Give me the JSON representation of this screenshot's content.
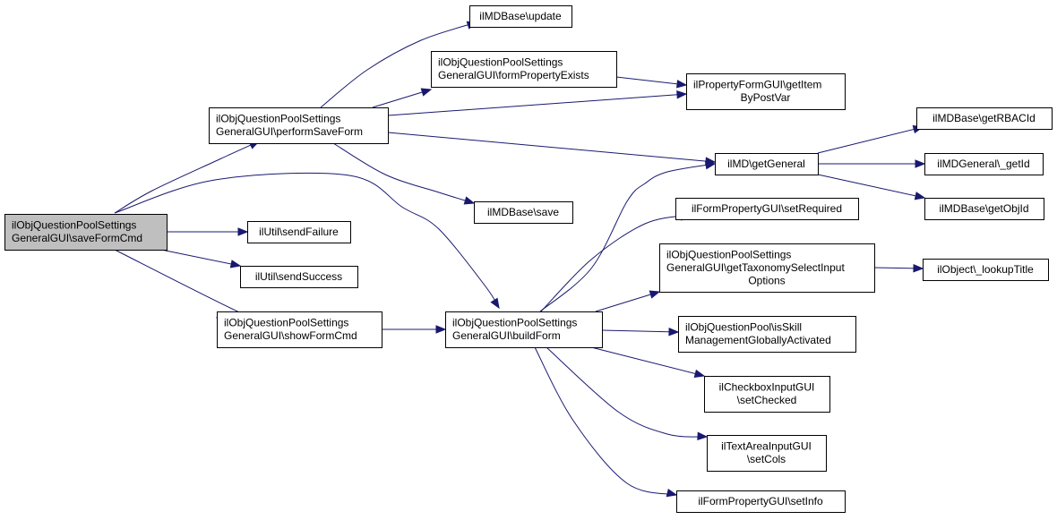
{
  "graph": {
    "nodes": [
      {
        "id": "saveFormCmd",
        "lines": [
          "ilObjQuestionPoolSettings",
          "GeneralGUI\\saveFormCmd"
        ],
        "root": true
      },
      {
        "id": "performSaveForm",
        "lines": [
          "ilObjQuestionPoolSettings",
          "GeneralGUI\\performSaveForm"
        ]
      },
      {
        "id": "sendFailure",
        "lines": [
          "ilUtil\\sendFailure"
        ]
      },
      {
        "id": "sendSuccess",
        "lines": [
          "ilUtil\\sendSuccess"
        ]
      },
      {
        "id": "showFormCmd",
        "lines": [
          "ilObjQuestionPoolSettings",
          "GeneralGUI\\showFormCmd"
        ]
      },
      {
        "id": "mdUpdate",
        "lines": [
          "ilMDBase\\update"
        ]
      },
      {
        "id": "formPropertyExists",
        "lines": [
          "ilObjQuestionPoolSettings",
          "GeneralGUI\\formPropertyExists"
        ]
      },
      {
        "id": "mdSave",
        "lines": [
          "ilMDBase\\save"
        ]
      },
      {
        "id": "buildForm",
        "lines": [
          "ilObjQuestionPoolSettings",
          "GeneralGUI\\buildForm"
        ]
      },
      {
        "id": "getItemByPostVar",
        "lines": [
          "ilPropertyFormGUI\\getItem",
          "ByPostVar"
        ]
      },
      {
        "id": "getGeneral",
        "lines": [
          "ilMD\\getGeneral"
        ]
      },
      {
        "id": "setRequired",
        "lines": [
          "ilFormPropertyGUI\\setRequired"
        ]
      },
      {
        "id": "getTaxonomySelectInputOptions",
        "lines": [
          "ilObjQuestionPoolSettings",
          "GeneralGUI\\getTaxonomySelectInput",
          "Options"
        ]
      },
      {
        "id": "isSkillManagementGloballyActivated",
        "lines": [
          "ilObjQuestionPool\\isSkill",
          "ManagementGloballyActivated"
        ]
      },
      {
        "id": "setChecked",
        "lines": [
          "ilCheckboxInputGUI",
          "\\setChecked"
        ]
      },
      {
        "id": "setCols",
        "lines": [
          "ilTextAreaInputGUI",
          "\\setCols"
        ]
      },
      {
        "id": "setInfo",
        "lines": [
          "ilFormPropertyGUI\\setInfo"
        ]
      },
      {
        "id": "getRBACId",
        "lines": [
          "ilMDBase\\getRBACId"
        ]
      },
      {
        "id": "getId",
        "lines": [
          "ilMDGeneral\\_getId"
        ]
      },
      {
        "id": "getObjId",
        "lines": [
          "ilMDBase\\getObjId"
        ]
      },
      {
        "id": "lookupTitle",
        "lines": [
          "ilObject\\_lookupTitle"
        ]
      }
    ],
    "edges": [
      {
        "from": "saveFormCmd",
        "to": "performSaveForm"
      },
      {
        "from": "saveFormCmd",
        "to": "buildForm"
      },
      {
        "from": "saveFormCmd",
        "to": "sendFailure"
      },
      {
        "from": "saveFormCmd",
        "to": "sendSuccess"
      },
      {
        "from": "saveFormCmd",
        "to": "showFormCmd"
      },
      {
        "from": "performSaveForm",
        "to": "mdUpdate"
      },
      {
        "from": "performSaveForm",
        "to": "formPropertyExists"
      },
      {
        "from": "performSaveForm",
        "to": "getItemByPostVar"
      },
      {
        "from": "performSaveForm",
        "to": "getGeneral"
      },
      {
        "from": "performSaveForm",
        "to": "mdSave"
      },
      {
        "from": "formPropertyExists",
        "to": "getItemByPostVar"
      },
      {
        "from": "showFormCmd",
        "to": "buildForm"
      },
      {
        "from": "buildForm",
        "to": "getGeneral"
      },
      {
        "from": "buildForm",
        "to": "setRequired"
      },
      {
        "from": "buildForm",
        "to": "getTaxonomySelectInputOptions"
      },
      {
        "from": "buildForm",
        "to": "isSkillManagementGloballyActivated"
      },
      {
        "from": "buildForm",
        "to": "setChecked"
      },
      {
        "from": "buildForm",
        "to": "setCols"
      },
      {
        "from": "buildForm",
        "to": "setInfo"
      },
      {
        "from": "getGeneral",
        "to": "getRBACId"
      },
      {
        "from": "getGeneral",
        "to": "getId"
      },
      {
        "from": "getGeneral",
        "to": "getObjId"
      },
      {
        "from": "getTaxonomySelectInputOptions",
        "to": "lookupTitle"
      }
    ]
  },
  "colors": {
    "edge": "#191970",
    "root_fill": "#bfbfbf",
    "node_fill": "#ffffff",
    "node_border": "#000000"
  }
}
